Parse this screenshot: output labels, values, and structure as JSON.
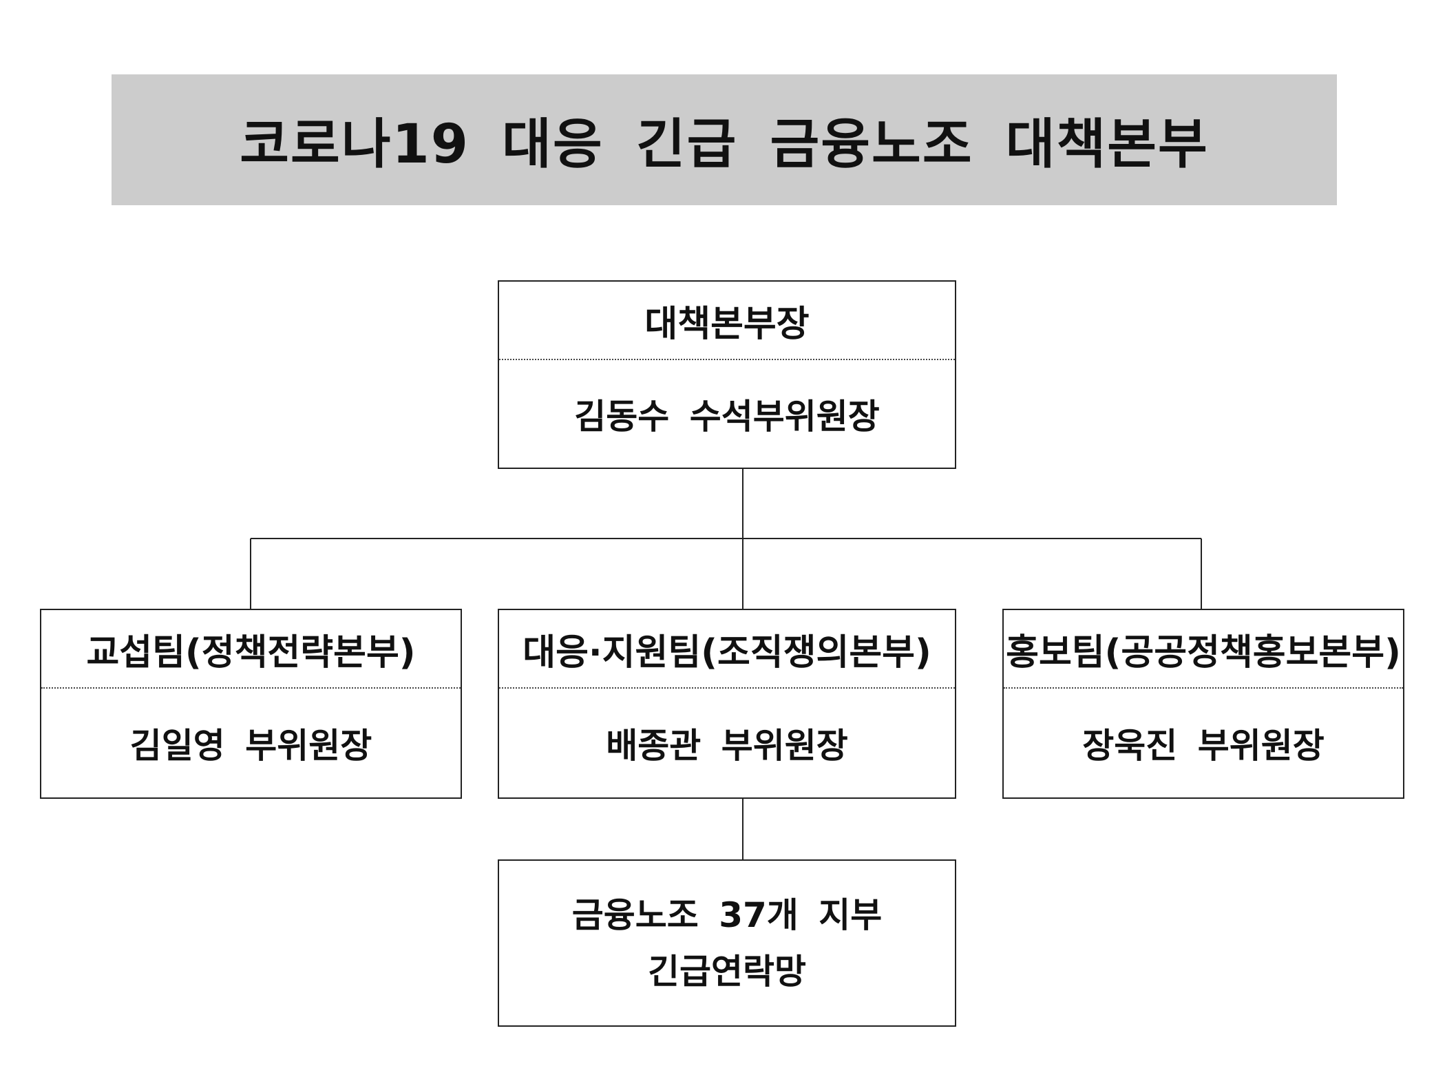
{
  "title": "코로나19 대응 긴급 금융노조 대책본부",
  "headquarters": {
    "role": "대책본부장",
    "person": "김동수 수석부위원장"
  },
  "teams": [
    {
      "role": "교섭팀(정책전략본부)",
      "person": "김일영 부위원장"
    },
    {
      "role": "대응·지원팀(조직쟁의본부)",
      "person": "배종관 부위원장"
    },
    {
      "role": "홍보팀(공공정책홍보본부)",
      "person": "장욱진 부위원장"
    }
  ],
  "network": {
    "line1": "금융노조 37개 지부",
    "line2": "긴급연락망"
  }
}
